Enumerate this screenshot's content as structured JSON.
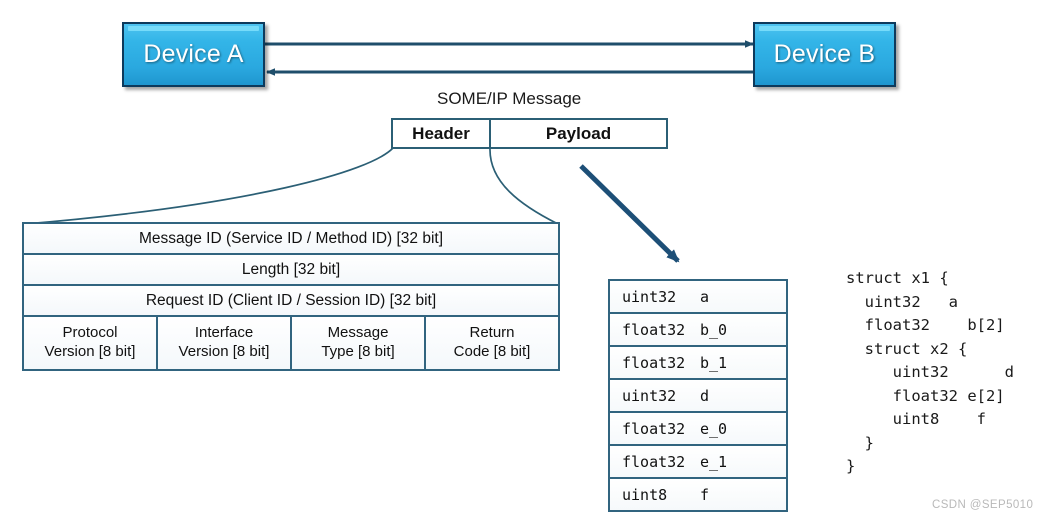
{
  "diagram": {
    "title_caption": "SOME/IP Message",
    "watermark": "CSDN @SEP5010"
  },
  "devices": [
    {
      "id": "device-a",
      "label": "Device A"
    },
    {
      "id": "device-b",
      "label": "Device B"
    }
  ],
  "links": [
    {
      "id": "a-to-b",
      "direction": "right",
      "from": "Device A",
      "to": "Device B"
    },
    {
      "id": "b-to-a",
      "direction": "left",
      "from": "Device B",
      "to": "Device A"
    }
  ],
  "message_bar": {
    "header_label": "Header",
    "payload_label": "Payload"
  },
  "header_fields": {
    "full_rows": [
      "Message ID (Service ID / Method ID) [32 bit]",
      "Length [32 bit]",
      "Request ID (Client ID / Session ID) [32 bit]"
    ],
    "byte_cells": [
      {
        "line1": "Protocol",
        "line2": "Version [8 bit]"
      },
      {
        "line1": "Interface",
        "line2": "Version [8 bit]"
      },
      {
        "line1": "Message",
        "line2": "Type [8 bit]"
      },
      {
        "line1": "Return",
        "line2": "Code [8 bit]"
      }
    ]
  },
  "payload_fields": [
    {
      "type": "uint32",
      "name": "a"
    },
    {
      "type": "float32",
      "name": "b_0"
    },
    {
      "type": "float32",
      "name": "b_1"
    },
    {
      "type": "uint32",
      "name": "d"
    },
    {
      "type": "float32",
      "name": "e_0"
    },
    {
      "type": "float32",
      "name": "e_1"
    },
    {
      "type": "uint8",
      "name": "f"
    }
  ],
  "struct_code": "struct x1 {\n  uint32   a\n  float32    b[2]\n  struct x2 {\n     uint32      d\n     float32 e[2]\n     uint8    f\n  }\n}",
  "colors": {
    "device_fill": "#33b5e8",
    "device_border": "#0d3a5c",
    "table_border": "#31647f",
    "arrow": "#1f4e6b",
    "payload_arrow": "#1d4f77",
    "watermark": "#b9b9b9"
  }
}
